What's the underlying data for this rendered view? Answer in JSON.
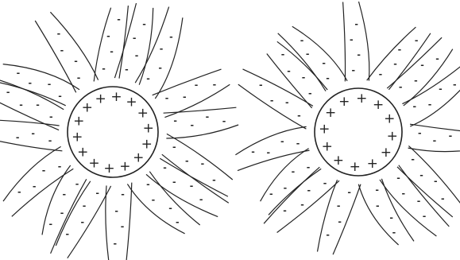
{
  "figure": {
    "panels": [
      {
        "id": "left",
        "core_signs": [
          "+",
          "+",
          "+",
          "+",
          "+",
          "+",
          "+",
          "+",
          "+",
          "+",
          "+",
          "+",
          "+",
          "+"
        ],
        "tendril_count": 16,
        "tendril_sign": "-"
      },
      {
        "id": "right",
        "core_signs": [
          "+",
          "+",
          "+",
          "+",
          "+",
          "+",
          "+",
          "+",
          "+",
          "+",
          "+",
          "+"
        ],
        "tendril_count": 15,
        "tendril_sign": "-"
      }
    ],
    "colors": {
      "ink": "#222222",
      "background": "#ffffff"
    }
  }
}
